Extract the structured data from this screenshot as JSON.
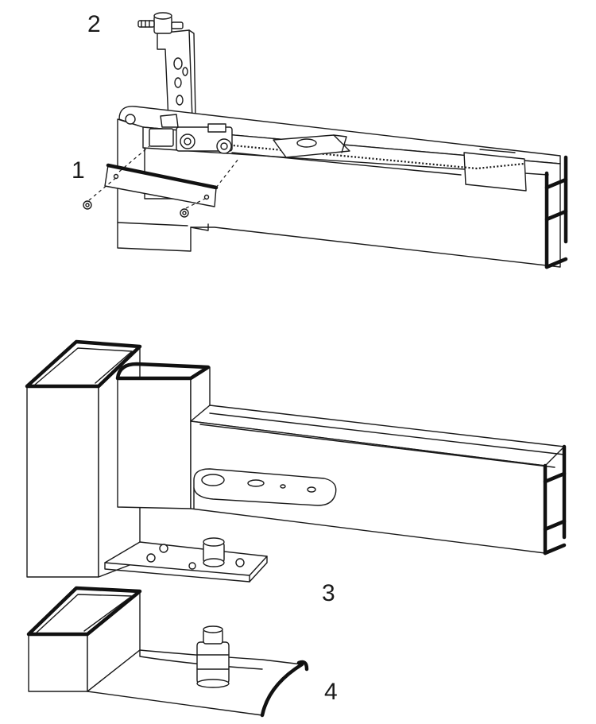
{
  "callouts": {
    "one": "1",
    "two": "2",
    "three": "3",
    "four": "4"
  },
  "colors": {
    "line": "#1a1a1a",
    "background": "#ffffff"
  }
}
